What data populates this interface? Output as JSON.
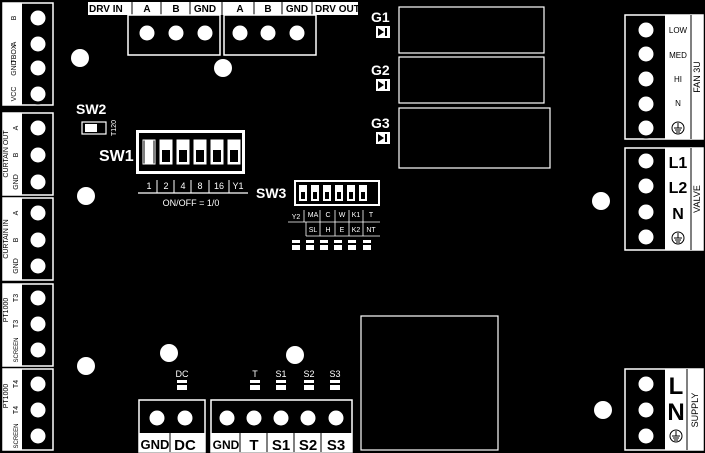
{
  "left_blocks": [
    {
      "id": "tbox",
      "title": "TBOX",
      "pins": [
        "VCC",
        "GND",
        "A",
        "B"
      ]
    },
    {
      "id": "curtain_out",
      "title": "CURTAIN OUT",
      "pins": [
        "GND",
        "B",
        "A"
      ]
    },
    {
      "id": "curtain_in",
      "title": "CURTAIN IN",
      "pins": [
        "GND",
        "B",
        "A"
      ]
    },
    {
      "id": "pt1000_t3",
      "title": "PT1000",
      "pins": [
        "SCREEN",
        "T3",
        "T3"
      ]
    },
    {
      "id": "pt1000_t4",
      "title": "PT1000",
      "pins": [
        "SCREEN",
        "T4",
        "T4"
      ]
    }
  ],
  "top": {
    "drv_in": "DRV IN",
    "drv_out": "DRV OUT",
    "pins_in": [
      "A",
      "B",
      "GND"
    ],
    "pins_out": [
      "A",
      "B",
      "GND"
    ]
  },
  "relays": [
    "G1",
    "G2",
    "G3"
  ],
  "sw2": {
    "label": "SW2",
    "sub": "T120"
  },
  "sw1": {
    "label": "SW1",
    "values": [
      "1",
      "2",
      "4",
      "8",
      "16",
      "Y1"
    ],
    "note": "ON/OFF = 1/0"
  },
  "sw3": {
    "label": "SW3",
    "top_labels": [
      "Y2",
      "MA",
      "C",
      "W",
      "K1",
      "T"
    ],
    "bottom_labels": [
      "SL",
      "H",
      "E",
      "K2",
      "NT"
    ]
  },
  "fan": {
    "title": "FAN 3U",
    "pins": [
      "LOW",
      "MED",
      "HI",
      "N"
    ]
  },
  "valve": {
    "title": "VALVE",
    "pins": [
      "L1",
      "L2",
      "N"
    ]
  },
  "supply": {
    "title": "SUPPLY",
    "pins": [
      "L",
      "N"
    ]
  },
  "bottom": {
    "dc_label": "DC",
    "dc_pins": [
      "GND",
      "DC"
    ],
    "sensor_labels": [
      "T",
      "S1",
      "S2",
      "S3"
    ],
    "sensor_pins": [
      "GND",
      "T",
      "S1",
      "S2",
      "S3"
    ]
  }
}
